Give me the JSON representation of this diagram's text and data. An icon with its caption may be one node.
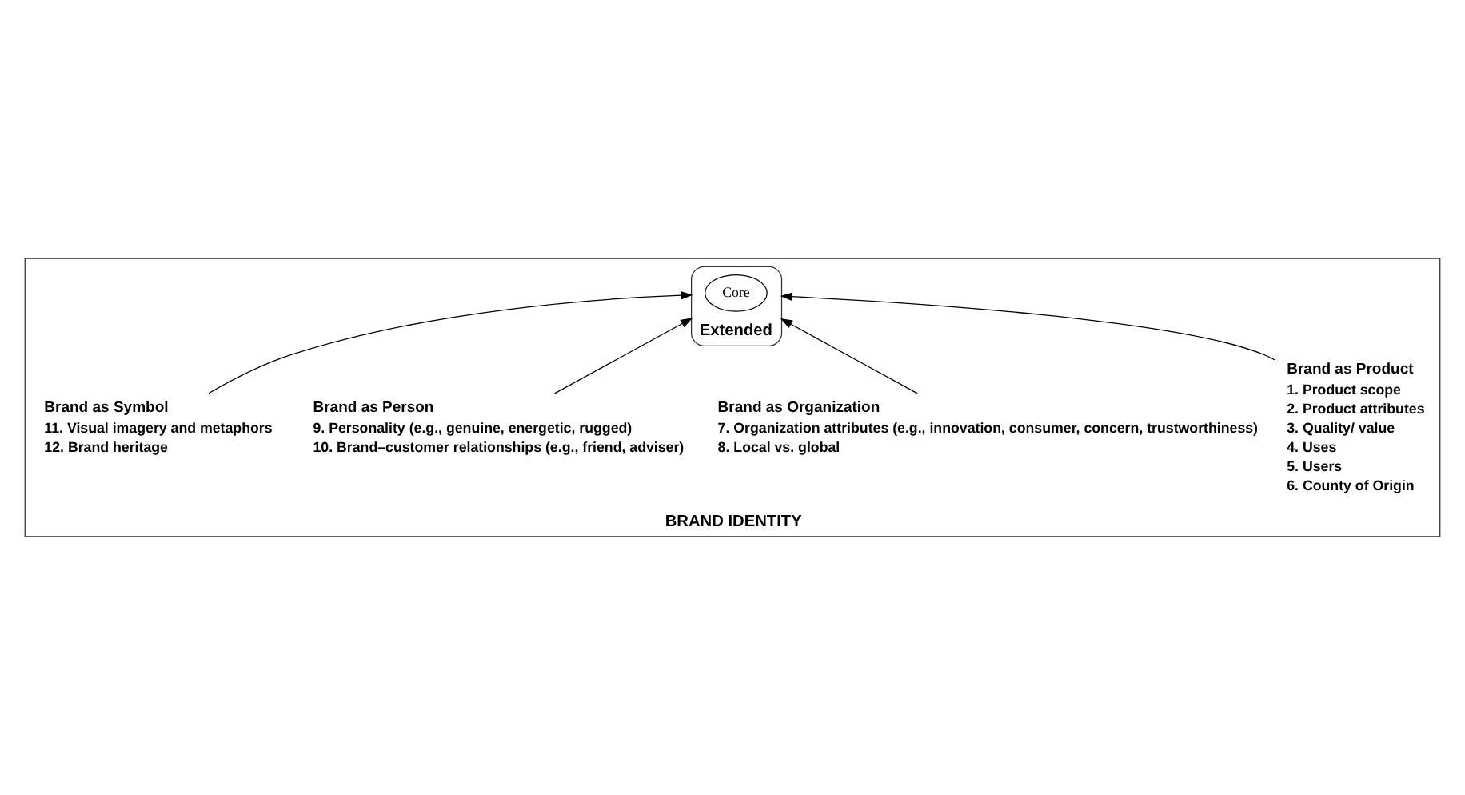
{
  "diagram": {
    "nodes": [
      {
        "text": [
          "BRAND IDENTITY"
        ]
      },
      {
        "text": [
          "Extended"
        ],
        "in": 0
      },
      {
        "text": [
          "Core"
        ],
        "in": 1
      },
      {
        "text": [
          "Brand as Product",
          "1. Product scope",
          "2. Product attributes",
          "3. Quality/ value",
          "4. Uses",
          "5. Users",
          "6. County of Origin"
        ],
        "in": 0
      },
      {
        "text": [
          "Brand as Organization",
          "7. Organization attributes (e.g., innovation, consumer, concern, trustworthiness)",
          "8. Local vs. global"
        ],
        "in": 0
      },
      {
        "text": [
          "Brand as Person",
          "9. Personality (e.g., genuine, energetic, rugged)",
          "10. Brand–customer relationships (e.g., friend, adviser)"
        ],
        "in": 0
      },
      {
        "text": [
          "Brand as Symbol",
          "11. Visual imagery and metaphors",
          "12. Brand heritage"
        ],
        "in": 0
      }
    ],
    "edges": [
      {
        "from": 3,
        "to": 1,
        "arrow": "to"
      },
      {
        "from": 4,
        "to": 1,
        "arrow": "to"
      },
      {
        "from": 5,
        "to": 1,
        "arrow": "to"
      },
      {
        "from": 6,
        "to": 1,
        "arrow": "to"
      }
    ]
  }
}
